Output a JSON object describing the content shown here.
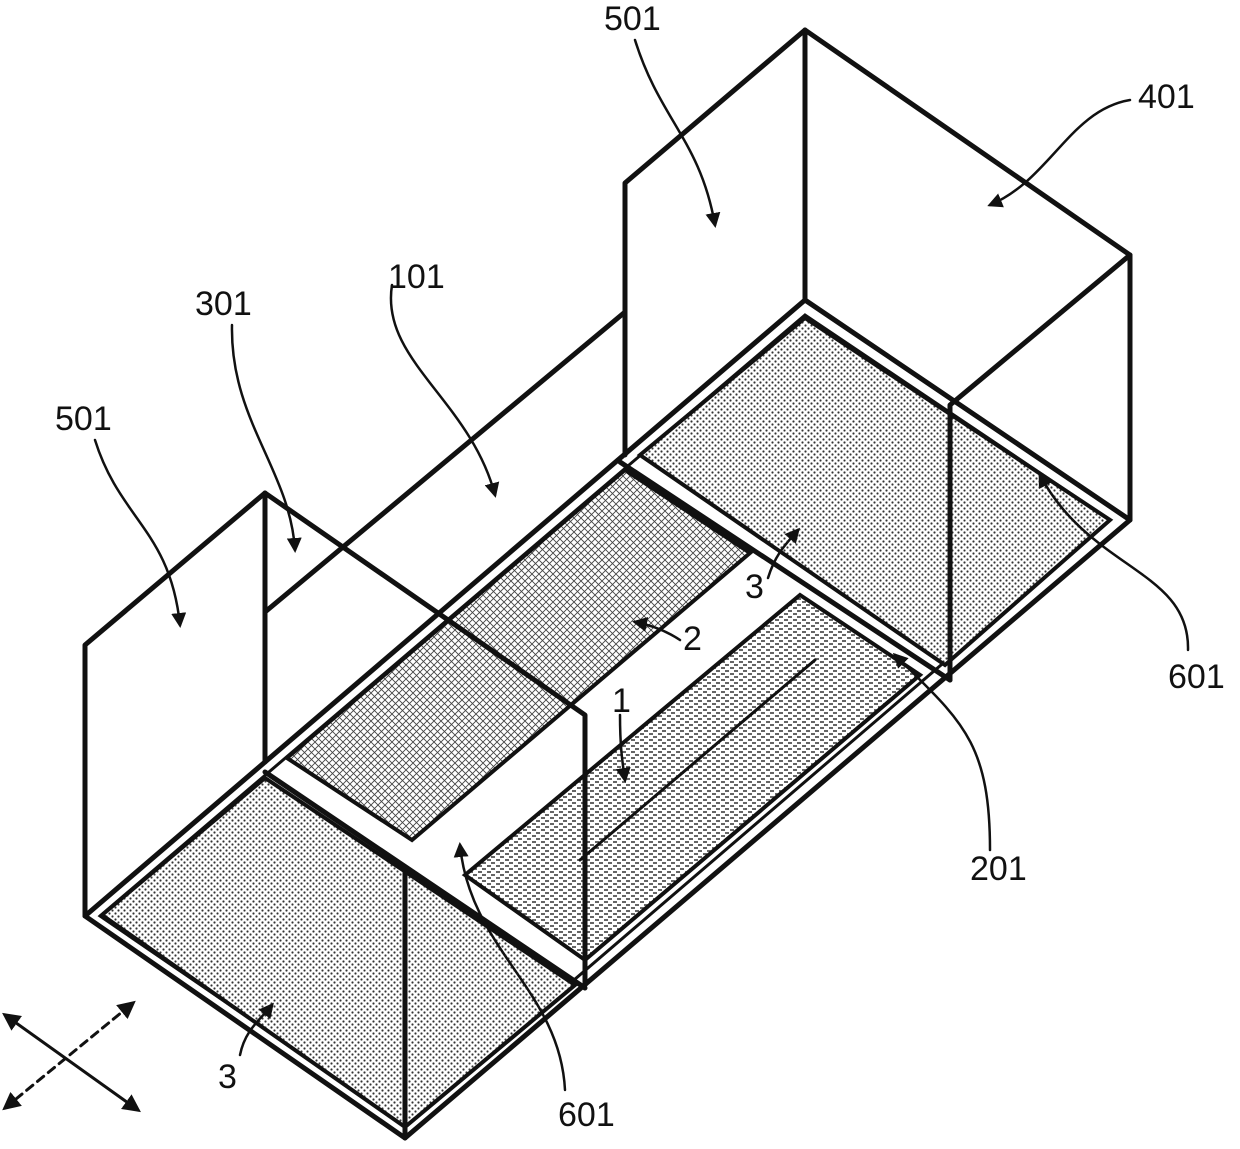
{
  "figure": {
    "labels": {
      "top_501": "501",
      "left_501": "501",
      "label_401": "401",
      "label_301": "301",
      "label_101": "101",
      "label_201": "201",
      "right_601": "601",
      "bottom_601": "601",
      "bottom_3": "3",
      "mid_3": "3",
      "label_2": "2",
      "label_1": "1"
    }
  }
}
